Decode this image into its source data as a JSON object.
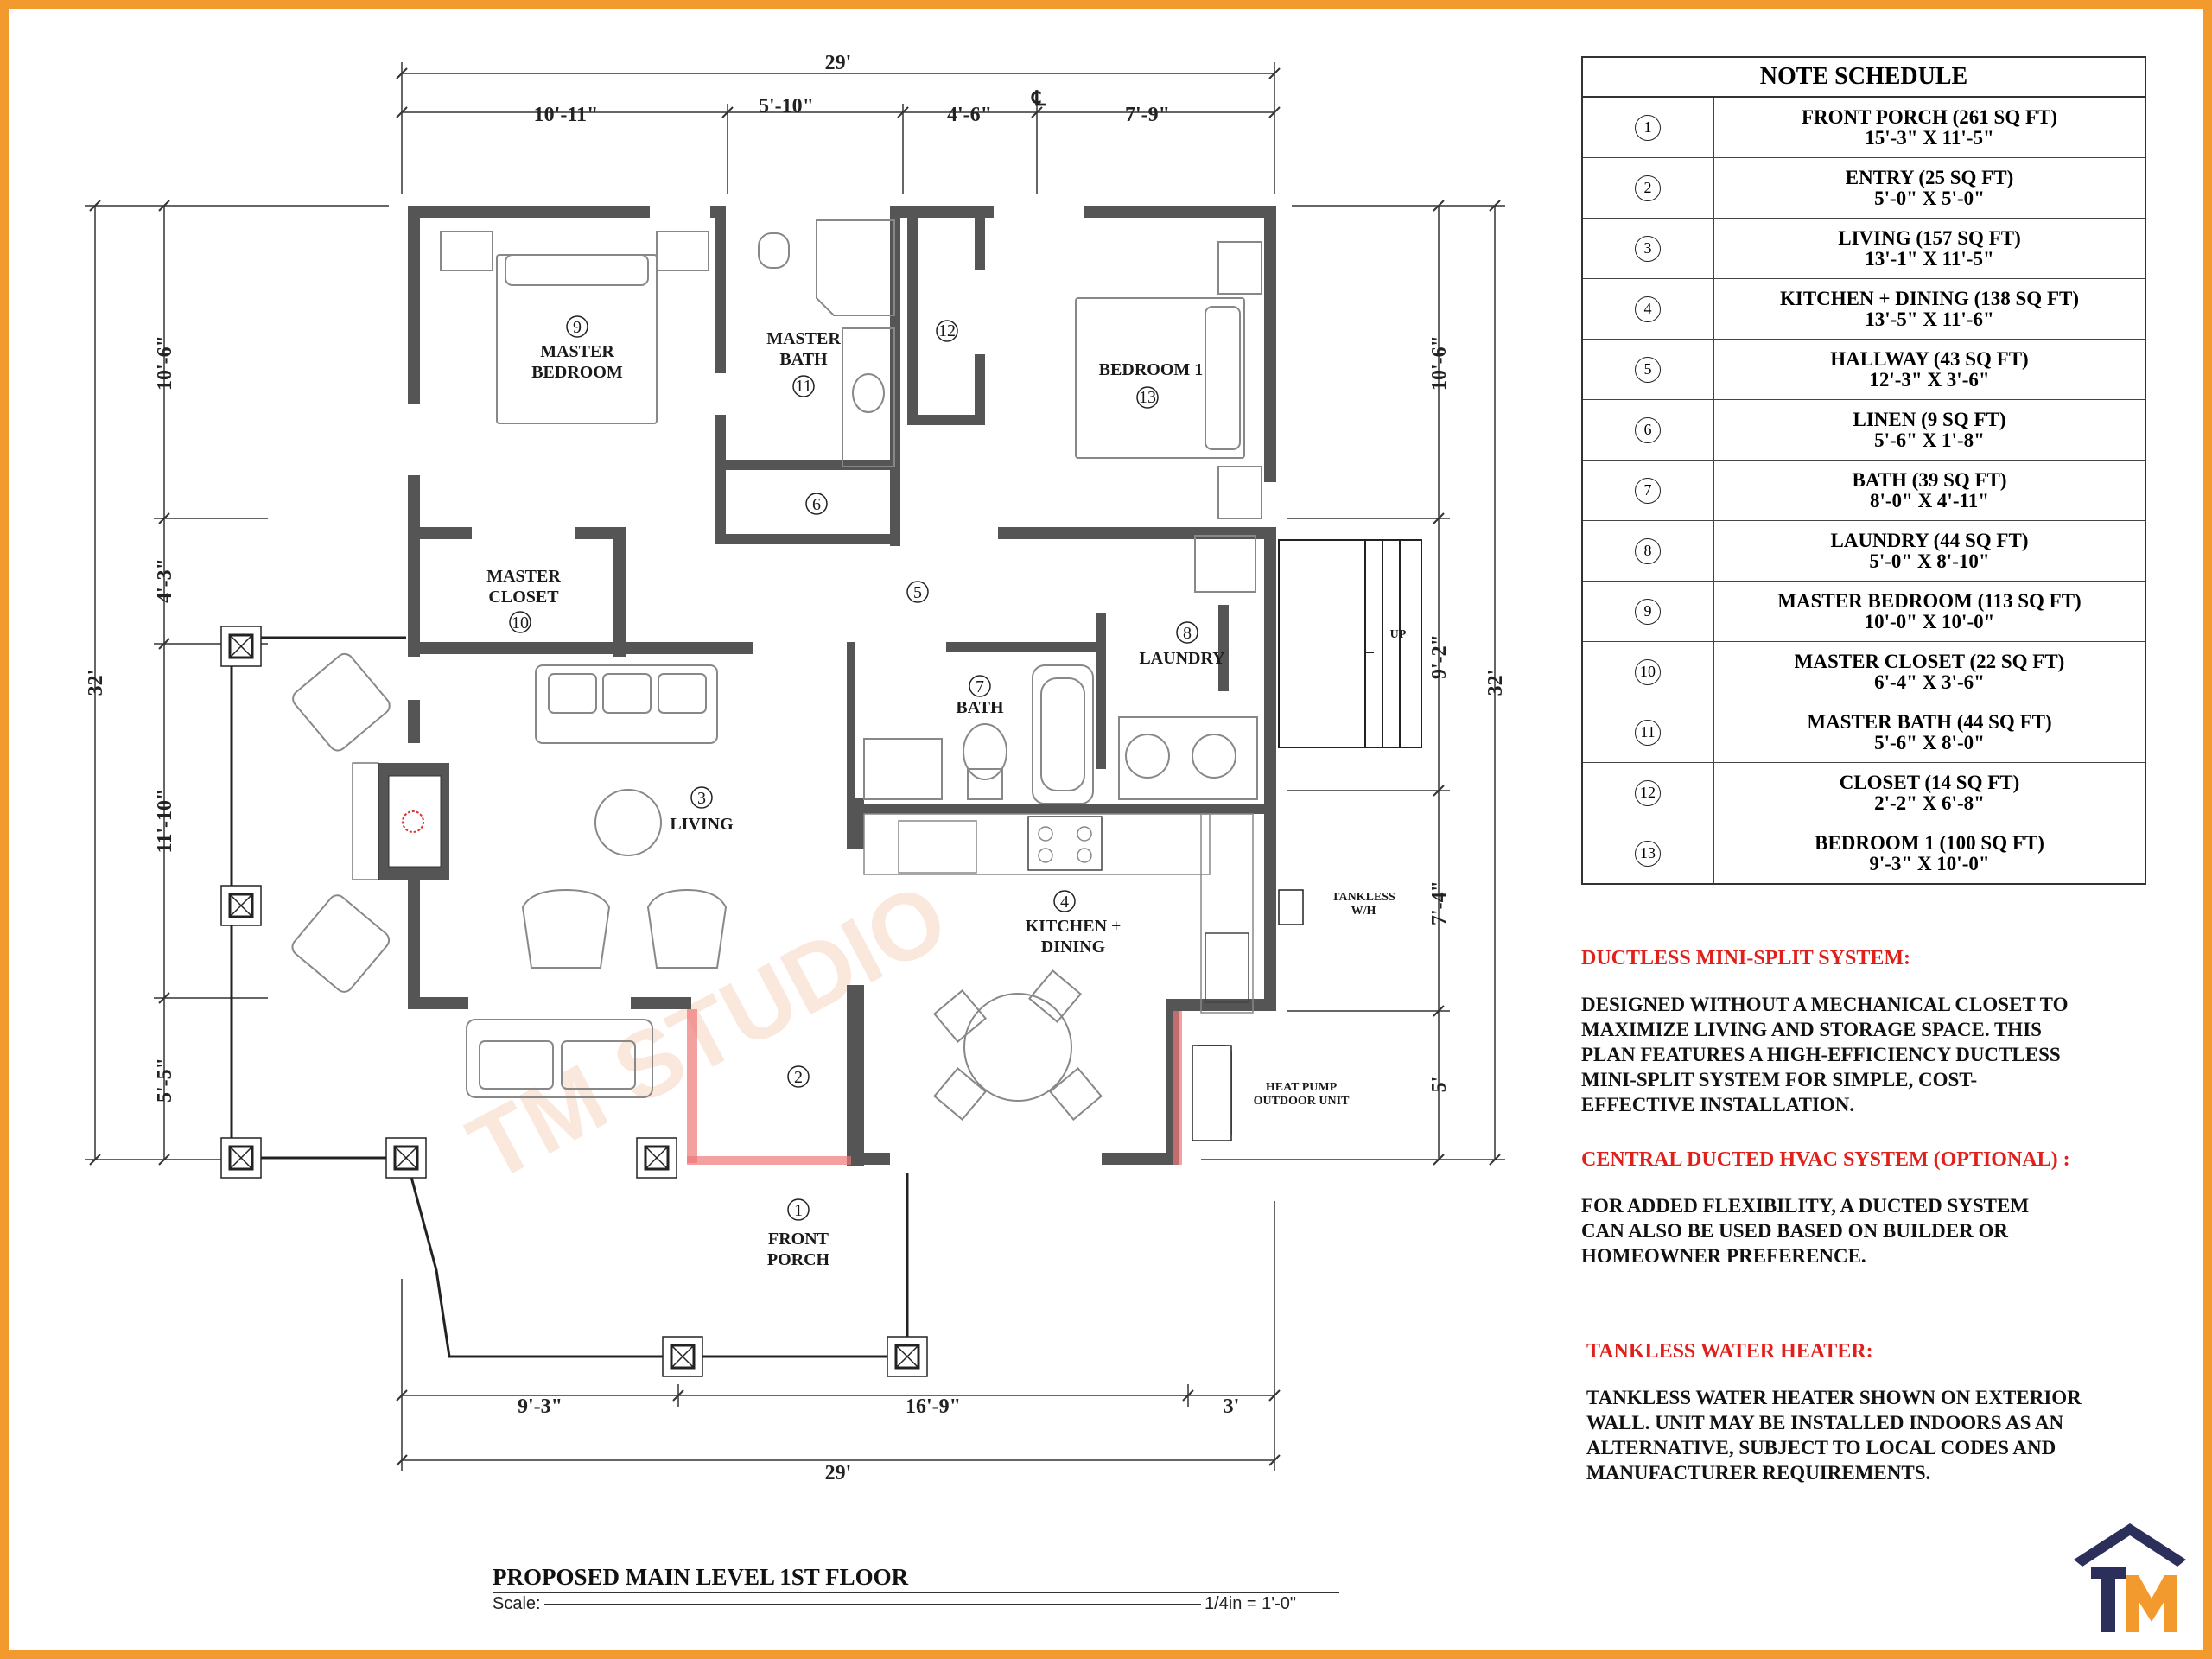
{
  "dimensions": {
    "top_total": "29'",
    "top_segments": [
      "10'-11\"",
      "5'-10\"",
      "4'-6\"",
      "7'-9\""
    ],
    "centerline": "℄",
    "left_total": "32'",
    "left_segments": [
      "10'-6\"",
      "4'-3\"",
      "11'-10\"",
      "5'-5\""
    ],
    "right_total": "32'",
    "right_segments": [
      "10'-6\"",
      "9'-2\"",
      "7'-4\"",
      "5'"
    ],
    "bottom_segments": [
      "9'-3\"",
      "16'-9\"",
      "3'"
    ],
    "bottom_total": "29'"
  },
  "rooms": {
    "front_porch": {
      "num": "1",
      "line1": "FRONT",
      "line2": "PORCH"
    },
    "entry": {
      "num": "2"
    },
    "living": {
      "num": "3",
      "line1": "LIVING"
    },
    "kitchen": {
      "num": "4",
      "line1": "KITCHEN +",
      "line2": "DINING"
    },
    "hallway": {
      "num": "5"
    },
    "linen": {
      "num": "6"
    },
    "bath": {
      "num": "7",
      "line1": "BATH"
    },
    "laundry": {
      "num": "8",
      "line1": "LAUNDRY"
    },
    "master_bedroom": {
      "num": "9",
      "line1": "MASTER",
      "line2": "BEDROOM"
    },
    "master_closet": {
      "num": "10",
      "line1": "MASTER",
      "line2": "CLOSET"
    },
    "master_bath": {
      "num": "11",
      "line1": "MASTER",
      "line2": "BATH"
    },
    "closet": {
      "num": "12"
    },
    "bedroom1": {
      "num": "13",
      "line1": "BEDROOM 1"
    }
  },
  "labels": {
    "tankless_1": "TANKLESS",
    "tankless_2": "W/H",
    "heat_pump_1": "HEAT PUMP",
    "heat_pump_2": "OUTDOOR UNIT",
    "stair_up": "UP",
    "watermark": "TM STUDIO"
  },
  "schedule": {
    "title": "NOTE SCHEDULE",
    "rows": [
      {
        "num": "1",
        "name": "FRONT PORCH  (261 SQ FT)",
        "size": "15'-3\" X 11'-5\""
      },
      {
        "num": "2",
        "name": "ENTRY  (25 SQ FT)",
        "size": "5'-0\" X 5'-0\""
      },
      {
        "num": "3",
        "name": "LIVING  (157 SQ FT)",
        "size": "13'-1\" X 11'-5\""
      },
      {
        "num": "4",
        "name": "KITCHEN + DINING  (138 SQ FT)",
        "size": "13'-5\" X 11'-6\""
      },
      {
        "num": "5",
        "name": "HALLWAY  (43 SQ FT)",
        "size": "12'-3\" X 3'-6\""
      },
      {
        "num": "6",
        "name": "LINEN  (9 SQ FT)",
        "size": "5'-6\" X 1'-8\""
      },
      {
        "num": "7",
        "name": "BATH  (39 SQ FT)",
        "size": "8'-0\" X 4'-11\""
      },
      {
        "num": "8",
        "name": "LAUNDRY  (44 SQ FT)",
        "size": "5'-0\" X 8'-10\""
      },
      {
        "num": "9",
        "name": "MASTER BEDROOM  (113 SQ FT)",
        "size": "10'-0\" X 10'-0\""
      },
      {
        "num": "10",
        "name": "MASTER CLOSET  (22 SQ FT)",
        "size": "6'-4\" X 3'-6\""
      },
      {
        "num": "11",
        "name": "MASTER BATH  (44 SQ FT)",
        "size": "5'-6\" X 8'-0\""
      },
      {
        "num": "12",
        "name": "CLOSET  (14 SQ FT)",
        "size": "2'-2\" X 6'-8\""
      },
      {
        "num": "13",
        "name": "BEDROOM 1  (100 SQ FT)",
        "size": "9'-3\" X 10'-0\""
      }
    ]
  },
  "notes": {
    "mini_split_title": "DUCTLESS MINI-SPLIT SYSTEM:",
    "mini_split_lines": [
      "DESIGNED WITHOUT A MECHANICAL CLOSET TO",
      "MAXIMIZE LIVING AND STORAGE SPACE. THIS",
      "PLAN FEATURES A HIGH-EFFICIENCY DUCTLESS",
      "MINI-SPLIT SYSTEM FOR SIMPLE, COST-",
      "EFFECTIVE INSTALLATION."
    ],
    "hvac_title": "CENTRAL DUCTED HVAC SYSTEM (OPTIONAL) :",
    "hvac_lines": [
      "FOR ADDED FLEXIBILITY, A  DUCTED SYSTEM",
      "CAN ALSO BE USED BASED ON BUILDER OR",
      "HOMEOWNER PREFERENCE."
    ],
    "tankless_title": "TANKLESS WATER HEATER:",
    "tankless_lines": [
      "TANKLESS WATER HEATER SHOWN ON EXTERIOR",
      "WALL. UNIT MAY BE INSTALLED INDOORS AS AN",
      "ALTERNATIVE, SUBJECT TO LOCAL CODES AND",
      "MANUFACTURER REQUIREMENTS."
    ]
  },
  "title_block": {
    "title": "PROPOSED MAIN LEVEL 1ST FLOOR",
    "scale_label": "Scale:",
    "scale_value": "1/4in = 1'-0\""
  },
  "colors": {
    "border": "#f39a2f",
    "wall": "#555555",
    "accent_red": "#e0201b",
    "logo_navy": "#2b2f5a",
    "logo_orange": "#f39a2f"
  }
}
